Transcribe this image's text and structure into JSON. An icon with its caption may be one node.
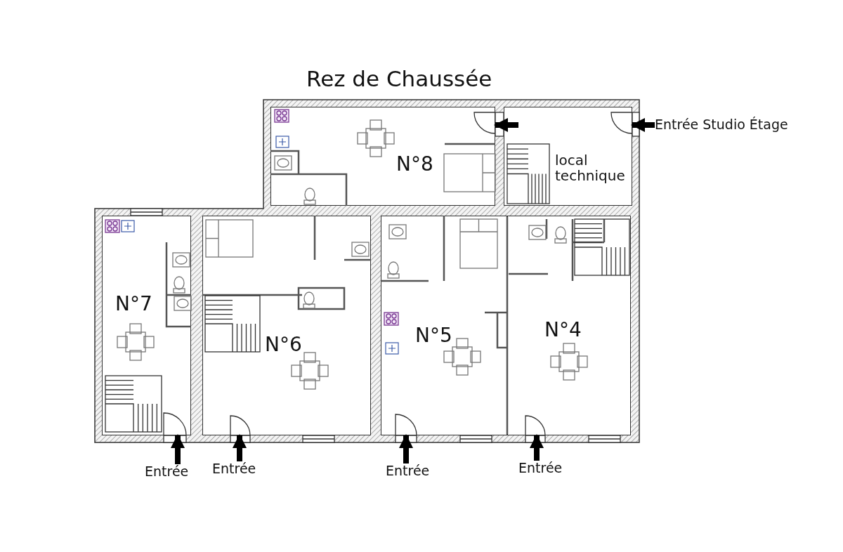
{
  "diagram": {
    "title": "Rez de Chaussée",
    "nodes": [
      {
        "text": [
          "N°8"
        ]
      },
      {
        "text": [
          "local technique"
        ]
      },
      {
        "text": [
          "N°7"
        ]
      },
      {
        "text": [
          "N°6"
        ]
      },
      {
        "text": [
          "N°5"
        ]
      },
      {
        "text": [
          "N°4"
        ]
      },
      {
        "text": [
          "Entrée Studio Étage"
        ]
      },
      {
        "text": [
          "Entrée"
        ]
      },
      {
        "text": [
          "Entrée"
        ]
      },
      {
        "text": [
          "Entrée"
        ]
      },
      {
        "text": [
          "Entrée"
        ]
      }
    ],
    "edges": [
      {
        "from": 6,
        "to": 1,
        "arrow": "to"
      },
      {
        "from": 1,
        "to": 0,
        "arrow": "to"
      },
      {
        "from": 7,
        "to": 2,
        "arrow": "to"
      },
      {
        "from": 8,
        "to": 3,
        "arrow": "to"
      },
      {
        "from": 9,
        "to": 4,
        "arrow": "to"
      },
      {
        "from": 10,
        "to": 5,
        "arrow": "to"
      }
    ]
  }
}
